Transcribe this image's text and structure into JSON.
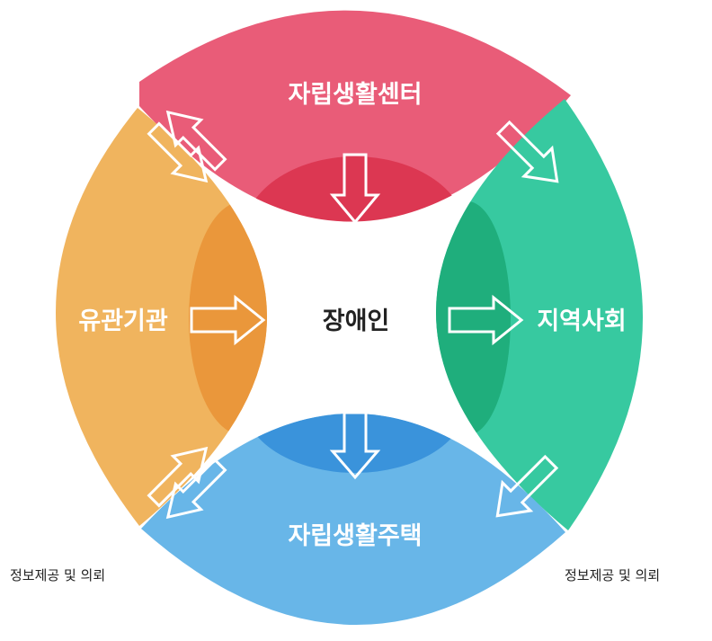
{
  "diagram": {
    "center": "장애인",
    "top": "자립생활센터",
    "right": "지역사회",
    "bottom": "자립생활주택",
    "left": "유관기관",
    "note_left": "정보제공 및 의뢰",
    "note_right": "정보제공 및 의뢰"
  },
  "colors": {
    "top_outer": "#E95C78",
    "top_inner": "#DC3752",
    "right_outer": "#37C9A0",
    "right_inner": "#1FAE7C",
    "bottom_outer": "#68B6E8",
    "bottom_inner": "#3A93DB",
    "left_outer": "#F0B45E",
    "left_inner": "#EA973B"
  }
}
